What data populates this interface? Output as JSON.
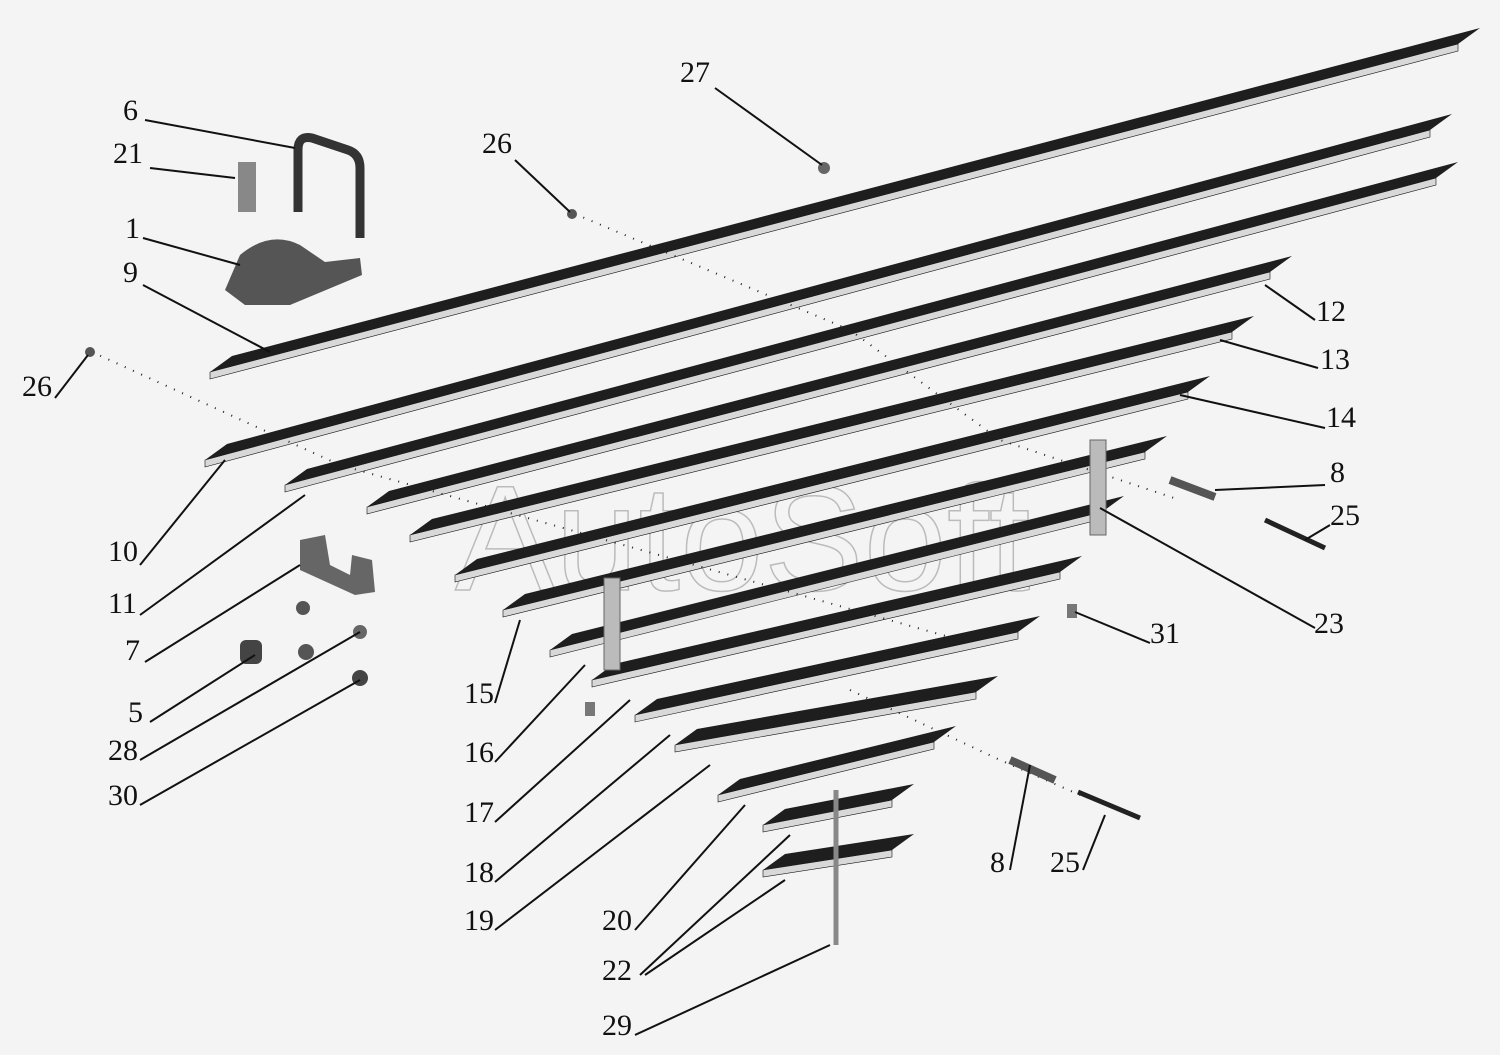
{
  "diagram": {
    "watermark": "AutoSoft",
    "colors": {
      "background": "#f4f4f4",
      "leaf": "#1e1e1e",
      "leaf_edge": "#d8d8d8",
      "label": "#111111"
    },
    "labels": [
      {
        "id": "27",
        "text": "27"
      },
      {
        "id": "6",
        "text": "6"
      },
      {
        "id": "21",
        "text": "21"
      },
      {
        "id": "26a",
        "text": "26"
      },
      {
        "id": "1",
        "text": "1"
      },
      {
        "id": "9",
        "text": "9"
      },
      {
        "id": "12",
        "text": "12"
      },
      {
        "id": "13",
        "text": "13"
      },
      {
        "id": "26b",
        "text": "26"
      },
      {
        "id": "14",
        "text": "14"
      },
      {
        "id": "8a",
        "text": "8"
      },
      {
        "id": "25a",
        "text": "25"
      },
      {
        "id": "10",
        "text": "10"
      },
      {
        "id": "23",
        "text": "23"
      },
      {
        "id": "11",
        "text": "11"
      },
      {
        "id": "31",
        "text": "31"
      },
      {
        "id": "7",
        "text": "7"
      },
      {
        "id": "15",
        "text": "15"
      },
      {
        "id": "5",
        "text": "5"
      },
      {
        "id": "28",
        "text": "28"
      },
      {
        "id": "16",
        "text": "16"
      },
      {
        "id": "30",
        "text": "30"
      },
      {
        "id": "17",
        "text": "17"
      },
      {
        "id": "18",
        "text": "18"
      },
      {
        "id": "8b",
        "text": "8"
      },
      {
        "id": "25b",
        "text": "25"
      },
      {
        "id": "19",
        "text": "19"
      },
      {
        "id": "20",
        "text": "20"
      },
      {
        "id": "22",
        "text": "22"
      },
      {
        "id": "29",
        "text": "29"
      }
    ]
  }
}
